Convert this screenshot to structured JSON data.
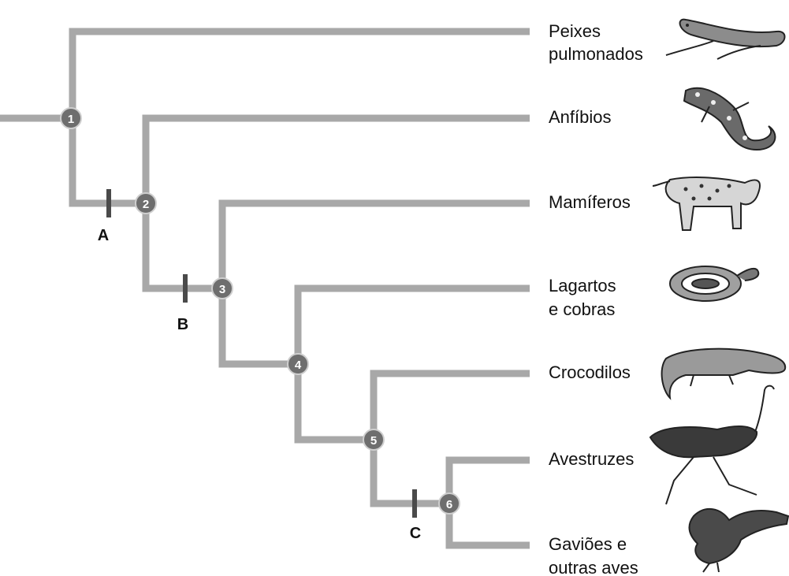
{
  "nodes": [
    "1",
    "2",
    "3",
    "4",
    "5",
    "6"
  ],
  "markers": [
    "A",
    "B",
    "C"
  ],
  "taxa": [
    {
      "lines": [
        "Peixes",
        "pulmonados"
      ],
      "icon": "lungfish-icon"
    },
    {
      "lines": [
        "Anfíbios"
      ],
      "icon": "salamander-icon"
    },
    {
      "lines": [
        "Mamíferos"
      ],
      "icon": "wildcat-icon"
    },
    {
      "lines": [
        "Lagartos",
        "e cobras"
      ],
      "icon": "snake-icon"
    },
    {
      "lines": [
        "Crocodilos"
      ],
      "icon": "crocodile-icon"
    },
    {
      "lines": [
        "Avestruzes"
      ],
      "icon": "ostrich-icon"
    },
    {
      "lines": [
        "Gaviões e",
        "outras aves"
      ],
      "icon": "hawk-icon"
    }
  ]
}
